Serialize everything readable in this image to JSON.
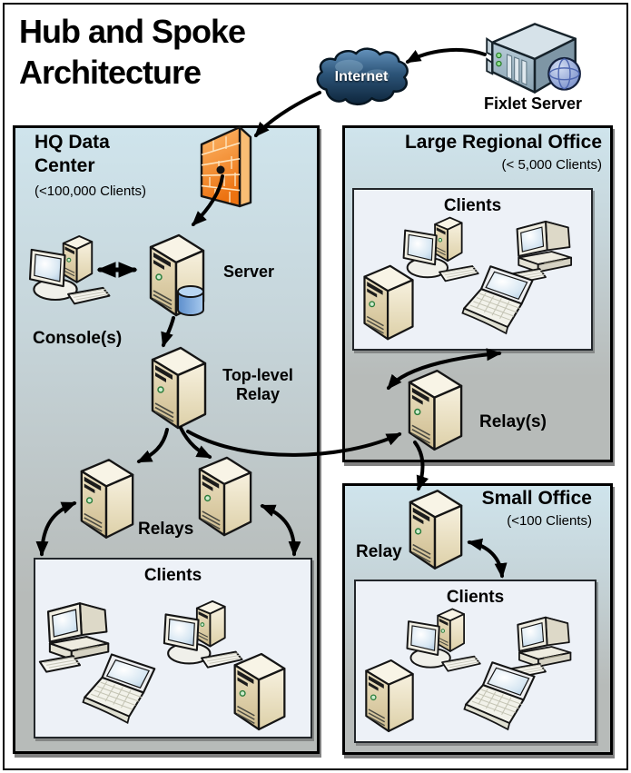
{
  "page": {
    "title_line1": "Hub and Spoke",
    "title_line2": "Architecture"
  },
  "fixlet_server": {
    "label": "Fixlet Server"
  },
  "internet": {
    "label": "Internet"
  },
  "hq_data_center": {
    "title_line1": "HQ Data",
    "title_line2": "Center",
    "capacity": "(<100,000 Clients)",
    "console_label": "Console(s)",
    "server_label": "Server",
    "top_relay_line1": "Top-level",
    "top_relay_line2": "Relay",
    "relays_label": "Relays",
    "clients_label": "Clients"
  },
  "large_regional_office": {
    "title": "Large Regional Office",
    "capacity": "(< 5,000 Clients)",
    "clients_label": "Clients",
    "relay_label": "Relay(s)"
  },
  "small_office": {
    "title": "Small Office",
    "capacity": "(<100 Clients)",
    "relay_label": "Relay",
    "clients_label": "Clients"
  },
  "colors": {
    "box_gradient_top": "#cfe4ec",
    "box_gradient_bottom": "#b7bbb9",
    "clients_box_fill": "#edf1f7",
    "firewall_orange": "#f08519",
    "cloud_blue_dark": "#0e263c",
    "cloud_blue_light": "#6593bd",
    "tower_beige": "#e9dfc0",
    "database_blue": "#7aade0",
    "led_green": "#3f9b4f",
    "outline_black": "#111111"
  }
}
